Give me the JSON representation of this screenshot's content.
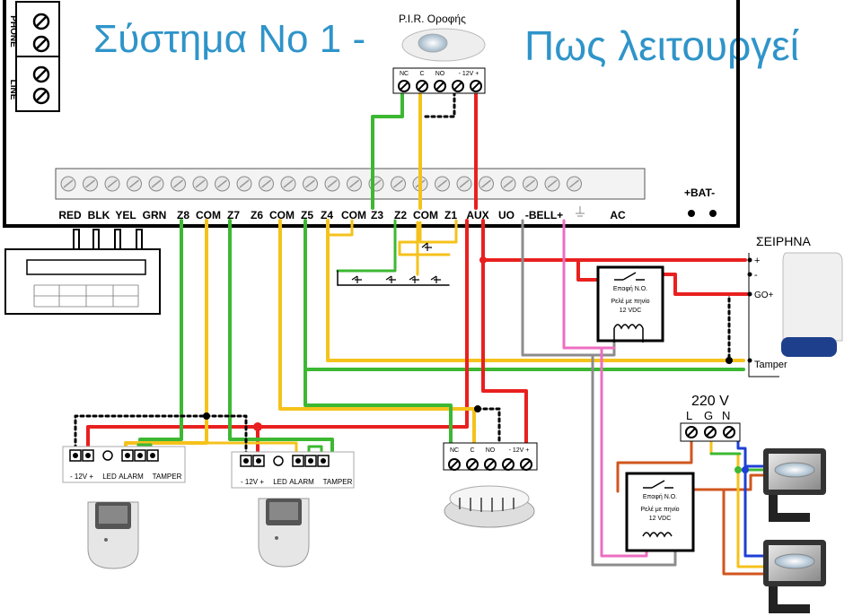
{
  "titles": {
    "left": "Σύστημα Νο 1 -",
    "right": "Πως λειτουργεί"
  },
  "phone_block": {
    "phone_label": "PHONE",
    "line_label": "LINE"
  },
  "panel": {
    "terminal_labels": [
      "RED",
      "BLK",
      "YEL",
      "GRN",
      "Z8",
      "COM",
      "Z7",
      "Z6",
      "COM",
      "Z5",
      "Z4",
      "COM",
      "Z3",
      "Z2",
      "COM",
      "Z1",
      "AUX",
      "UO",
      "-BELL+",
      "AC"
    ],
    "battery_label": "+BAT-"
  },
  "pir_ceiling": {
    "title": "P.I.R. Οροφής",
    "terminals": [
      "NC",
      "C",
      "NO",
      "- 12V +"
    ]
  },
  "smoke_detector": {
    "terminals": [
      "NC",
      "C",
      "NO",
      "- 12V +"
    ]
  },
  "pir_wall_1": {
    "labels": [
      "- 12V +",
      "LED",
      "ALARM",
      "TAMPER"
    ]
  },
  "pir_wall_2": {
    "labels": [
      "- 12V +",
      "LED",
      "ALARM",
      "TAMPER"
    ]
  },
  "siren": {
    "title": "ΣΕΙΡΗΝΑ",
    "terminals": [
      "+",
      "-",
      "GO+",
      "Tamper"
    ]
  },
  "relay_1": {
    "line1": "Επαφή N.O.",
    "line2": "Ρελέ με πηνίο",
    "line3": "12 VDC"
  },
  "relay_2": {
    "line1": "Επαφή N.O.",
    "line2": "Ρελέ με πηνίο",
    "line3": "12 VDC"
  },
  "mains": {
    "voltage": "220 V",
    "terminals": [
      "L",
      "G",
      "N"
    ]
  },
  "wire_colors": {
    "red": "#e8201f",
    "green": "#3cb832",
    "yellow": "#f5c21b",
    "gray": "#8c8c8c",
    "pink": "#ec6ec2",
    "blue": "#1e3fd6",
    "orange": "#d1561d",
    "black": "#000000"
  }
}
